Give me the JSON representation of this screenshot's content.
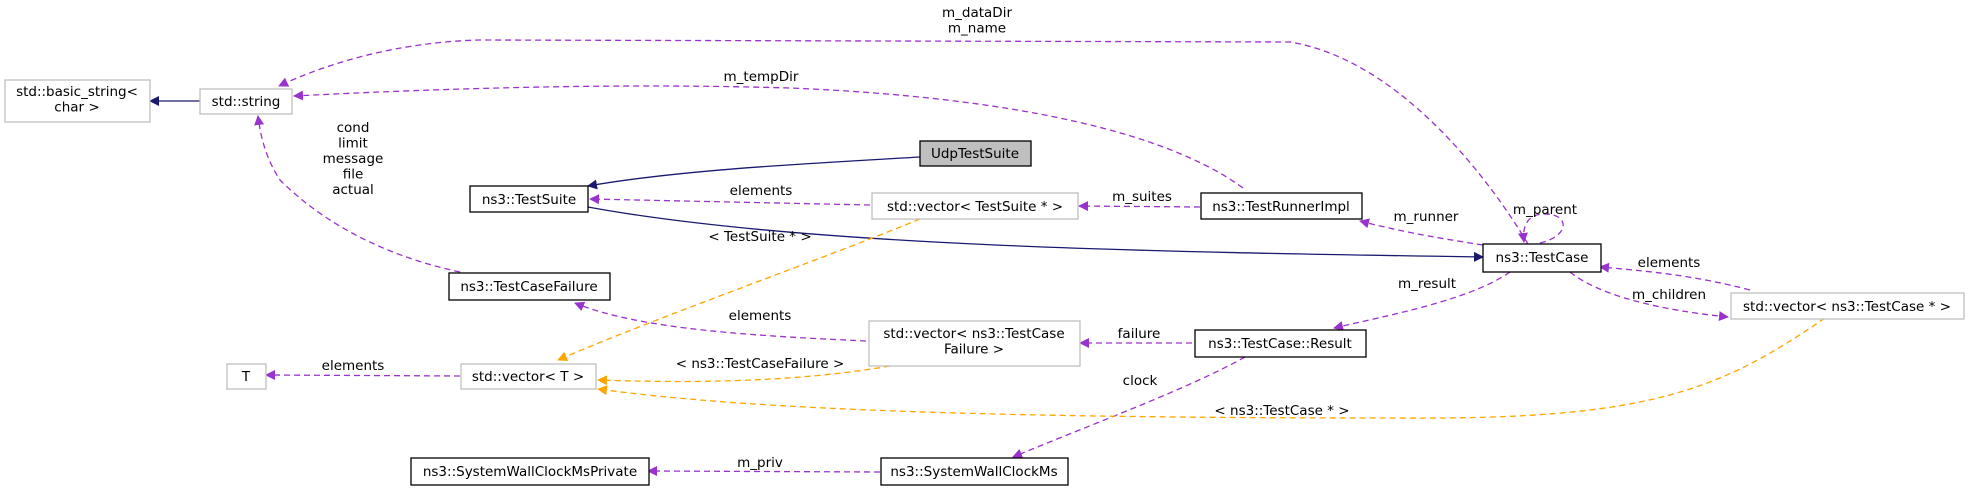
{
  "colors": {
    "inheritance": "#191970",
    "member": "#9a32cd",
    "template": "#ffa500",
    "node_border": "#000000",
    "external_node_border": "#bfbfbf",
    "focus_fill": "#bfbfbf"
  },
  "nodes": {
    "basic_string": {
      "lines": [
        "std::basic_string<",
        "char >"
      ]
    },
    "string": {
      "lines": [
        "std::string"
      ]
    },
    "udp_test_suite": {
      "lines": [
        "UdpTestSuite"
      ]
    },
    "test_suite": {
      "lines": [
        "ns3::TestSuite"
      ]
    },
    "vector_test_suite": {
      "lines": [
        "std::vector< TestSuite * >"
      ]
    },
    "test_runner_impl": {
      "lines": [
        "ns3::TestRunnerImpl"
      ]
    },
    "test_case": {
      "lines": [
        "ns3::TestCase"
      ]
    },
    "test_case_failure": {
      "lines": [
        "ns3::TestCaseFailure"
      ]
    },
    "vector_test_case_failure": {
      "lines": [
        "std::vector< ns3::TestCase",
        "Failure >"
      ]
    },
    "test_case_result": {
      "lines": [
        "ns3::TestCase::Result"
      ]
    },
    "vector_test_case": {
      "lines": [
        "std::vector< ns3::TestCase * >"
      ]
    },
    "t": {
      "lines": [
        "T"
      ]
    },
    "vector_t": {
      "lines": [
        "std::vector< T >"
      ]
    },
    "system_wall_clock_ms_private": {
      "lines": [
        "ns3::SystemWallClockMsPrivate"
      ]
    },
    "system_wall_clock_ms": {
      "lines": [
        "ns3::SystemWallClockMs"
      ]
    }
  },
  "edge_labels": {
    "data_dir_name": [
      "m_dataDir",
      "m_name"
    ],
    "temp_dir": [
      "m_tempDir"
    ],
    "failure_fields": [
      "cond",
      "limit",
      "message",
      "file",
      "actual"
    ],
    "suite_elements": [
      "elements"
    ],
    "suites": [
      "m_suites"
    ],
    "parent": [
      "m_parent"
    ],
    "runner": [
      "m_runner"
    ],
    "tpl_test_suite": [
      "< TestSuite * >"
    ],
    "result": [
      "m_result"
    ],
    "case_elements": [
      "elements"
    ],
    "children": [
      "m_children"
    ],
    "failure_elements": [
      "elements"
    ],
    "failure": [
      "failure"
    ],
    "t_elements": [
      "elements"
    ],
    "tpl_test_case_failure": [
      "< ns3::TestCaseFailure >"
    ],
    "clock": [
      "clock"
    ],
    "tpl_test_case": [
      "< ns3::TestCase * >"
    ],
    "priv": [
      "m_priv"
    ]
  }
}
